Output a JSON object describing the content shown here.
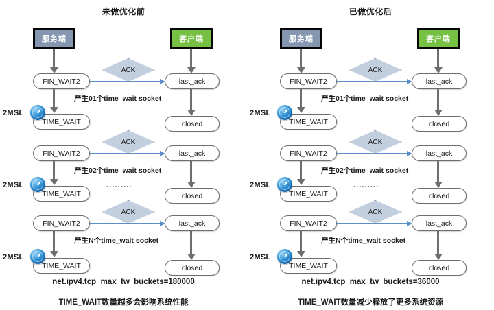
{
  "diagram": {
    "type": "tcp-time-wait-sequence-comparison",
    "panels": [
      {
        "id": "before",
        "title": "未做优化前",
        "server_label": "服务端",
        "client_label": "客户端",
        "msl_label": "2MSL",
        "ack_label": "ACK",
        "dots": "·········",
        "rows": [
          {
            "server_state": "FIN_WAIT2",
            "server_final_state": "TIME_WAIT",
            "client_state": "last_ack",
            "client_final_state": "closed",
            "note": "产生01个time_wait socket"
          },
          {
            "server_state": "FIN_WAIT2",
            "server_final_state": "TIME_WAIT",
            "client_state": "last_ack",
            "client_final_state": "closed",
            "note": "产生02个time_wait socket"
          },
          {
            "server_state": "FIN_WAIT2",
            "server_final_state": "TIME_WAIT",
            "client_state": "last_ack",
            "client_final_state": "closed",
            "note": "产生N个time_wait socket"
          }
        ],
        "footer_param": "net.ipv4.tcp_max_tw_buckets=180000",
        "footer_caption": "TIME_WAIT数量越多会影响系统性能"
      },
      {
        "id": "after",
        "title": "已做优化后",
        "server_label": "服务端",
        "client_label": "客户端",
        "msl_label": "2MSL",
        "ack_label": "ACK",
        "dots": "·········",
        "rows": [
          {
            "server_state": "FIN_WAIT2",
            "server_final_state": "TIME_WAIT",
            "client_state": "last_ack",
            "client_final_state": "closed",
            "note": "产生01个time_wait socket"
          },
          {
            "server_state": "FIN_WAIT2",
            "server_final_state": "TIME_WAIT",
            "client_state": "last_ack",
            "client_final_state": "closed",
            "note": "产生02个time_wait socket"
          },
          {
            "server_state": "FIN_WAIT2",
            "server_final_state": "TIME_WAIT",
            "client_state": "last_ack",
            "client_final_state": "closed",
            "note": "产生N个time_wait socket"
          }
        ],
        "footer_param": "net.ipv4.tcp_max_tw_buckets=36000",
        "footer_caption": "TIME_WAIT数量减少释放了更多系统资源"
      }
    ]
  },
  "colors": {
    "server_box": "#8596b0",
    "client_box": "#76c043",
    "ack_diamond": "#c2cfdf",
    "ack_border": "#6d7c90",
    "flow_arrow": "#5b8fc9",
    "state_border": "#6e6e6e",
    "vertical_arrow": "#6e6e6e",
    "text": "#1a1a1a",
    "background": "#ffffff"
  }
}
